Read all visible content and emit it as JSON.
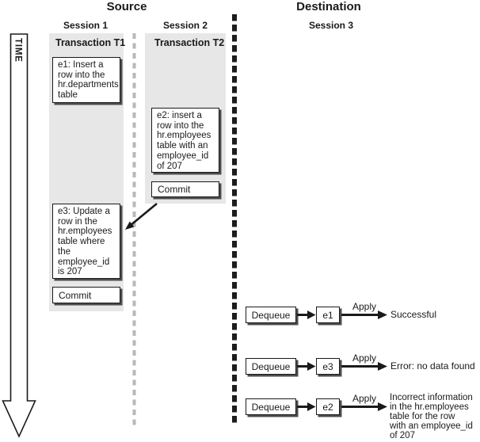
{
  "colors": {
    "column_bg": "#e7e7e7",
    "box_border": "#1a1a1a",
    "box_shadow": "#4d4d4d",
    "session_divider_gray": "#b8b8b8",
    "source_destination_divider_black": "#1c1c1c"
  },
  "time_axis": {
    "label": "TIME"
  },
  "source": {
    "title": "Source",
    "session1": {
      "title": "Session 1",
      "transaction_title": "Transaction T1",
      "e1_text": "e1: Insert a\nrow into the\nhr.departments\ntable",
      "e3_text": "e3: Update a\nrow in the\nhr.employees\ntable where\nthe\nemployee_id\nis 207",
      "commit_label": "Commit"
    },
    "session2": {
      "title": "Session 2",
      "transaction_title": "Transaction T2",
      "e2_text": "e2: insert a\nrow into the\nhr.employees\ntable with an\nemployee_id\nof 207",
      "commit_label": "Commit"
    }
  },
  "destination": {
    "title": "Destination",
    "session3": {
      "title": "Session 3",
      "rows": [
        {
          "dequeue_label": "Dequeue",
          "event_label": "e1",
          "apply_label": "Apply",
          "result": "Successful"
        },
        {
          "dequeue_label": "Dequeue",
          "event_label": "e3",
          "apply_label": "Apply",
          "result": "Error: no data found"
        },
        {
          "dequeue_label": "Dequeue",
          "event_label": "e2",
          "apply_label": "Apply",
          "result": "Incorrect information\nin the hr.employees\ntable for the row\nwith an employee_id\nof 207"
        }
      ]
    }
  }
}
